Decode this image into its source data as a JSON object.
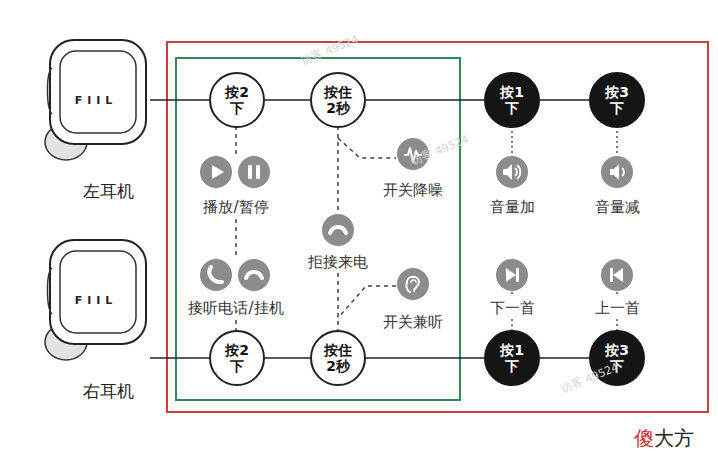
{
  "diagram": {
    "nodes": [
      {
        "text": [
          "FIIL",
          "左耳机"
        ]
      },
      {
        "text": [
          "按2下"
        ]
      },
      {
        "text": [
          "按住 2秒"
        ]
      },
      {
        "text": [
          "按1下"
        ]
      },
      {
        "text": [
          "按3下"
        ]
      },
      {
        "text": [
          "FIIL",
          "右耳机"
        ]
      },
      {
        "text": [
          "按2下"
        ]
      },
      {
        "text": [
          "按住 2秒"
        ]
      },
      {
        "text": [
          "按1下"
        ]
      },
      {
        "text": [
          "按3下"
        ]
      }
    ],
    "edges": [
      {
        "from": 0,
        "to": 1,
        "arrow": "none"
      },
      {
        "from": 1,
        "to": 2,
        "arrow": "none"
      },
      {
        "from": 2,
        "to": 3,
        "arrow": "none"
      },
      {
        "from": 3,
        "to": 4,
        "arrow": "none"
      },
      {
        "from": 5,
        "to": 6,
        "arrow": "none"
      },
      {
        "from": 6,
        "to": 7,
        "arrow": "none"
      },
      {
        "from": 7,
        "to": 8,
        "arrow": "none"
      },
      {
        "from": 8,
        "to": 9,
        "arrow": "none"
      }
    ],
    "labels": [
      "播放/暂停",
      "开关降噪",
      "拒接来电",
      "音量加",
      "音量减",
      "接听电话/挂机",
      "开关兼听",
      "下一首",
      "上一首",
      "访客 49524",
      "访客 49524",
      "访客 49524",
      "傻大方"
    ]
  }
}
